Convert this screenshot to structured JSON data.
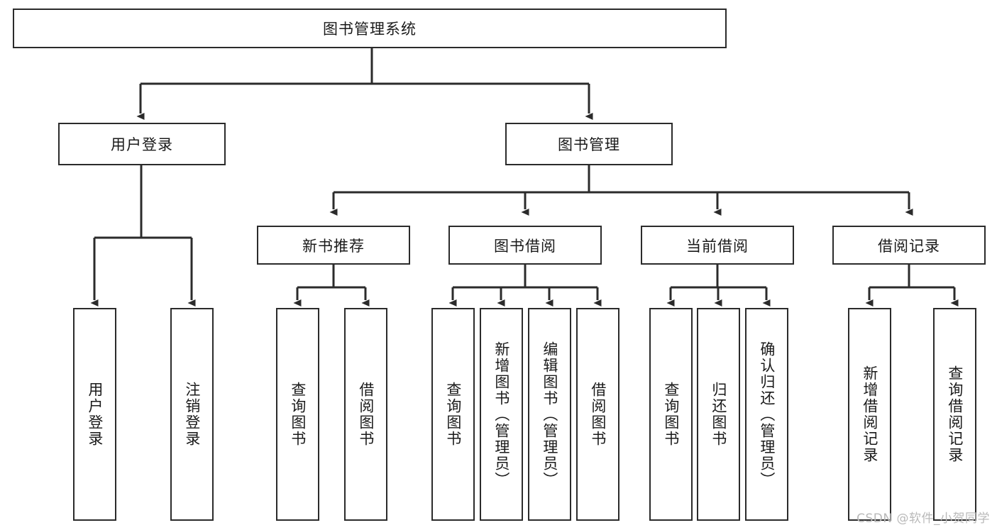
{
  "diagram": {
    "type": "tree",
    "title": "图书管理系统",
    "watermark": "CSDN @软件_小贺同学",
    "colors": {
      "box_border": "#2b2b2b",
      "box_fill": "#ffffff",
      "connector": "#2b2b2b",
      "text": "#1a1a1a",
      "watermark": "#b9b9b9",
      "background": "#ffffff"
    },
    "nodes": {
      "root": {
        "label": "图书管理系统",
        "orientation": "horizontal"
      },
      "level1": [
        {
          "id": "user-login",
          "label": "用户登录",
          "orientation": "horizontal"
        },
        {
          "id": "book-manage",
          "label": "图书管理",
          "orientation": "horizontal"
        }
      ],
      "level2": [
        {
          "id": "new-book-recommend",
          "label": "新书推荐",
          "orientation": "horizontal",
          "parent": "book-manage"
        },
        {
          "id": "book-borrow",
          "label": "图书借阅",
          "orientation": "horizontal",
          "parent": "book-manage"
        },
        {
          "id": "current-borrow",
          "label": "当前借阅",
          "orientation": "horizontal",
          "parent": "book-manage"
        },
        {
          "id": "borrow-record",
          "label": "借阅记录",
          "orientation": "horizontal",
          "parent": "book-manage"
        }
      ],
      "leaves": [
        {
          "id": "leaf-user-login",
          "label": "用户登录",
          "orientation": "vertical",
          "parent": "user-login"
        },
        {
          "id": "leaf-logout-login",
          "label": "注销登录",
          "orientation": "vertical",
          "parent": "user-login"
        },
        {
          "id": "leaf-query-book-1",
          "label": "查询图书",
          "orientation": "vertical",
          "parent": "new-book-recommend"
        },
        {
          "id": "leaf-borrow-book-1",
          "label": "借阅图书",
          "orientation": "vertical",
          "parent": "new-book-recommend"
        },
        {
          "id": "leaf-query-book-2",
          "label": "查询图书",
          "orientation": "vertical",
          "parent": "book-borrow"
        },
        {
          "id": "leaf-add-book",
          "label": "新增图书（管理员）",
          "orientation": "vertical",
          "parent": "book-borrow"
        },
        {
          "id": "leaf-edit-book",
          "label": "编辑图书（管理员）",
          "orientation": "vertical",
          "parent": "book-borrow"
        },
        {
          "id": "leaf-borrow-book-2",
          "label": "借阅图书",
          "orientation": "vertical",
          "parent": "book-borrow"
        },
        {
          "id": "leaf-query-book-3",
          "label": "查询图书",
          "orientation": "vertical",
          "parent": "current-borrow"
        },
        {
          "id": "leaf-return-book",
          "label": "归还图书",
          "orientation": "vertical",
          "parent": "current-borrow"
        },
        {
          "id": "leaf-confirm-return",
          "label": "确认归还（管理员）",
          "orientation": "vertical",
          "parent": "current-borrow"
        },
        {
          "id": "leaf-add-record",
          "label": "新增借阅记录",
          "orientation": "vertical",
          "parent": "borrow-record"
        },
        {
          "id": "leaf-query-record",
          "label": "查询借阅记录",
          "orientation": "vertical",
          "parent": "borrow-record"
        }
      ]
    }
  }
}
